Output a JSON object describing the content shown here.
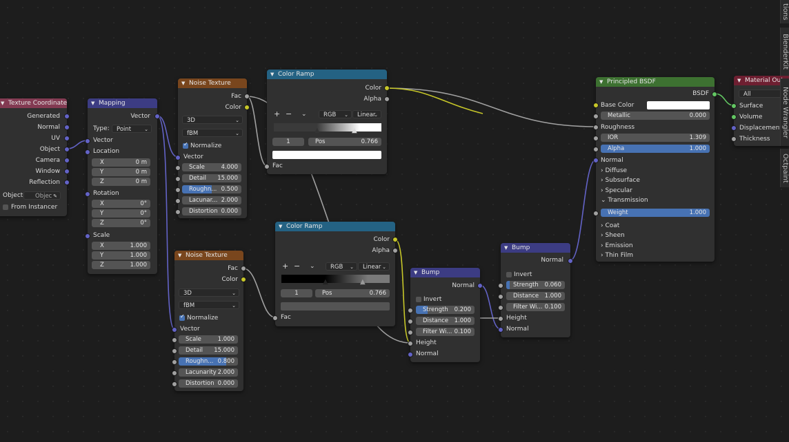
{
  "side_tabs": [
    "tions",
    "BlenderKit",
    "Node Wrangler",
    "Octpaint"
  ],
  "texcoord": {
    "title": "Texture Coordinate",
    "outputs": [
      "Generated",
      "Normal",
      "UV",
      "Object",
      "Camera",
      "Window",
      "Reflection"
    ],
    "object_label": "Object:",
    "object_placeholder": "Objec",
    "from_instancer": "From Instancer"
  },
  "mapping": {
    "title": "Mapping",
    "out": "Vector",
    "type_label": "Type:",
    "type_value": "Point",
    "in_vector": "Vector",
    "location": "Location",
    "loc": [
      [
        "X",
        "0 m"
      ],
      [
        "Y",
        "0 m"
      ],
      [
        "Z",
        "0 m"
      ]
    ],
    "rotation": "Rotation",
    "rot": [
      [
        "X",
        "0°"
      ],
      [
        "Y",
        "0°"
      ],
      [
        "Z",
        "0°"
      ]
    ],
    "scale": "Scale",
    "scl": [
      [
        "X",
        "1.000"
      ],
      [
        "Y",
        "1.000"
      ],
      [
        "Z",
        "1.000"
      ]
    ]
  },
  "noise1": {
    "title": "Noise Texture",
    "fac": "Fac",
    "color": "Color",
    "dim": "3D",
    "type": "fBM",
    "normalize": "Normalize",
    "vector": "Vector",
    "fields": [
      [
        "Scale",
        "4.000"
      ],
      [
        "Detail",
        "15.000"
      ],
      [
        "Roughn...",
        "0.500"
      ],
      [
        "Lacunar...",
        "2.000"
      ],
      [
        "Distortion",
        "0.000"
      ]
    ]
  },
  "noise2": {
    "title": "Noise Texture",
    "fac": "Fac",
    "color": "Color",
    "dim": "3D",
    "type": "fBM",
    "normalize": "Normalize",
    "vector": "Vector",
    "fields": [
      [
        "Scale",
        "1.000"
      ],
      [
        "Detail",
        "15.000"
      ],
      [
        "Roughn...",
        "0.800"
      ],
      [
        "Lacunarity",
        "2.000"
      ],
      [
        "Distortion",
        "0.000"
      ]
    ]
  },
  "ramp1": {
    "title": "Color Ramp",
    "color": "Color",
    "alpha": "Alpha",
    "mode": "RGB",
    "interp": "Linear",
    "plus": "+",
    "minus": "−",
    "index": "1",
    "pos_label": "Pos",
    "pos": "0.766",
    "fac": "Fac"
  },
  "ramp2": {
    "title": "Color Ramp",
    "color": "Color",
    "alpha": "Alpha",
    "mode": "RGB",
    "interp": "Linear",
    "plus": "+",
    "minus": "−",
    "index": "1",
    "pos_label": "Pos",
    "pos": "0.766",
    "fac": "Fac"
  },
  "bump1": {
    "title": "Bump",
    "normal_out": "Normal",
    "invert": "Invert",
    "fields": [
      [
        "Strength",
        "0.200"
      ],
      [
        "Distance",
        "1.000"
      ],
      [
        "Filter Wi...",
        "0.100"
      ]
    ],
    "height": "Height",
    "normal_in": "Normal"
  },
  "bump2": {
    "title": "Bump",
    "normal_out": "Normal",
    "invert": "Invert",
    "fields": [
      [
        "Strength",
        "0.060"
      ],
      [
        "Distance",
        "1.000"
      ],
      [
        "Filter Wi...",
        "0.100"
      ]
    ],
    "height": "Height",
    "normal_in": "Normal"
  },
  "bsdf": {
    "title": "Principled BSDF",
    "out": "BSDF",
    "base_color": "Base Color",
    "metallic": [
      "Metallic",
      "0.000"
    ],
    "roughness": "Roughness",
    "ior": [
      "IOR",
      "1.309"
    ],
    "alpha": [
      "Alpha",
      "1.000"
    ],
    "normal": "Normal",
    "panels": [
      "Diffuse",
      "Subsurface",
      "Specular",
      "Transmission"
    ],
    "weight": [
      "Weight",
      "1.000"
    ],
    "panels2": [
      "Coat",
      "Sheen",
      "Emission",
      "Thin Film"
    ]
  },
  "output": {
    "title": "Material Outp",
    "target": "All",
    "inputs": [
      "Surface",
      "Volume",
      "Displacement",
      "Thickness"
    ]
  },
  "colors": {
    "tex_header": "#833a52",
    "vec_header": "#3c3c83",
    "texture_header": "#79461d",
    "conv_header": "#246283",
    "shader_header": "#3d7131",
    "out_header": "#6e1f31"
  }
}
